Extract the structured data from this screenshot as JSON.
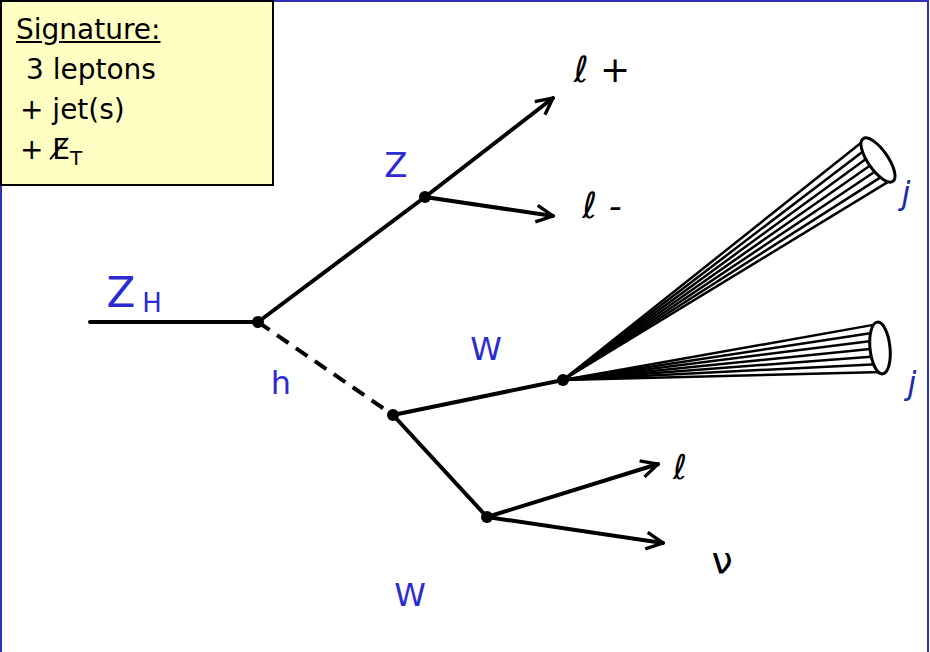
{
  "diagram": {
    "nodes": [
      {
        "text": [
          "Signature:",
          "3 leptons",
          "+ jet(s)",
          "+ E̸",
          "T"
        ]
      }
    ],
    "labels": [
      "ℓ +",
      "ℓ -",
      "Z",
      "j",
      "Z",
      "H",
      "W",
      "j",
      "h",
      "ℓ",
      "W",
      "ν"
    ]
  }
}
